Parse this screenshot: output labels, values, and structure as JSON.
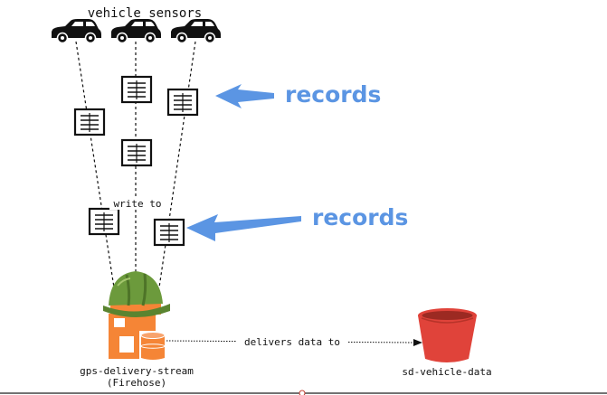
{
  "diagram": {
    "title": "vehicle sensors",
    "record_callouts": [
      "records",
      "records"
    ],
    "edge_write": "write to",
    "edge_deliver": "delivers data to",
    "stream_name": "gps-delivery-stream",
    "stream_type": "(Firehose)",
    "bucket_name": "sd-vehicle-data"
  },
  "colors": {
    "arrow": "#5b95e3",
    "helmet": "#6c9a3c",
    "firehose": "#f58536",
    "bucket": "#e0433a"
  },
  "icons": [
    "car-icon",
    "record-icon",
    "construction-helmet-icon",
    "firehose-icon",
    "s3-bucket-icon"
  ]
}
